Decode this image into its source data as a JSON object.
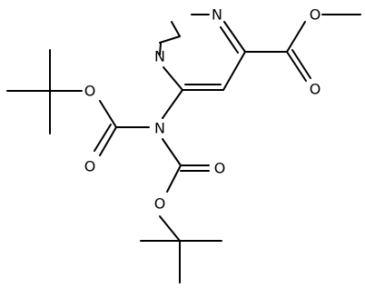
{
  "molecule": {
    "atoms": {
      "n_top": "N",
      "n_left": "N",
      "n_amine": "N",
      "o_ester_single": "O",
      "o_ester_double": "O",
      "o_boc1_single": "O",
      "o_boc1_double": "O",
      "o_boc2_single": "O",
      "o_boc2_double": "O"
    }
  }
}
